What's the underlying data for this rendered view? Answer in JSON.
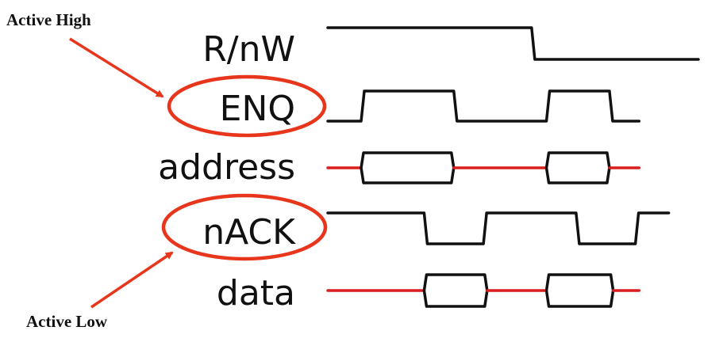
{
  "title": "Timing diagram: R/nW, ENQ, address, nACK, data",
  "colors": {
    "signal": "#111111",
    "bus_idle": "#d81e1e",
    "annotation": "#e8361d"
  },
  "annotations": [
    {
      "text": "Active High",
      "target": "ENQ"
    },
    {
      "text": "Active Low",
      "target": "nACK"
    }
  ],
  "signals": [
    {
      "name": "R/nW",
      "type": "digital",
      "circled": false,
      "segments": [
        {
          "level": 1,
          "from": 0,
          "to": 0.55
        },
        {
          "level": 0,
          "from": 0.55,
          "to": 1.0
        }
      ]
    },
    {
      "name": "ENQ",
      "type": "digital",
      "circled": true,
      "segments": [
        {
          "level": 0,
          "from": 0,
          "to": 0.09
        },
        {
          "level": 1,
          "from": 0.09,
          "to": 0.34
        },
        {
          "level": 0,
          "from": 0.34,
          "to": 0.59
        },
        {
          "level": 1,
          "from": 0.59,
          "to": 0.76
        },
        {
          "level": 0,
          "from": 0.76,
          "to": 0.84
        }
      ]
    },
    {
      "name": "address",
      "type": "bus",
      "circled": false,
      "valid": [
        {
          "from": 0.09,
          "to": 0.34
        },
        {
          "from": 0.59,
          "to": 0.76
        }
      ],
      "end": 0.84
    },
    {
      "name": "nACK",
      "type": "digital",
      "circled": true,
      "segments": [
        {
          "level": 1,
          "from": 0,
          "to": 0.26
        },
        {
          "level": 0,
          "from": 0.26,
          "to": 0.42
        },
        {
          "level": 1,
          "from": 0.42,
          "to": 0.67
        },
        {
          "level": 0,
          "from": 0.67,
          "to": 0.83
        },
        {
          "level": 1,
          "from": 0.83,
          "to": 0.92
        }
      ]
    },
    {
      "name": "data",
      "type": "bus",
      "circled": false,
      "valid": [
        {
          "from": 0.26,
          "to": 0.43
        },
        {
          "from": 0.59,
          "to": 0.77
        }
      ],
      "end": 0.84
    }
  ]
}
